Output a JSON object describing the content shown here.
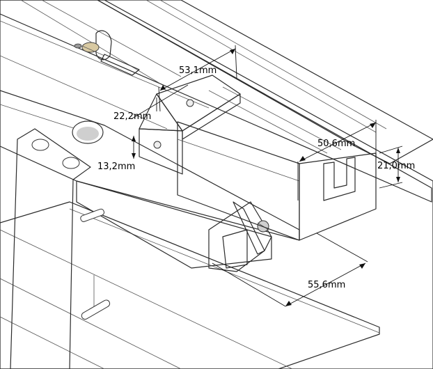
{
  "dimensions": {
    "bracket_length": "53,1mm",
    "bracket_width": "22,2mm",
    "bracket_height": "13,2mm",
    "rail_width": "50,6mm",
    "rail_height": "21,0mm",
    "foot_width": "55,6mm"
  },
  "colors": {
    "background": "#ffffff",
    "panel_face": "#f6f6f6",
    "panel_side": "#e3e3e3",
    "rail_top": "#f2f2f2",
    "rail_front": "#ececec",
    "rail_side": "#dadada",
    "bracket_metal": "#8e8e8e",
    "bracket_dark": "#6a6a6a",
    "strap": "#f0f0f0",
    "edge": "#2a2a2a"
  }
}
